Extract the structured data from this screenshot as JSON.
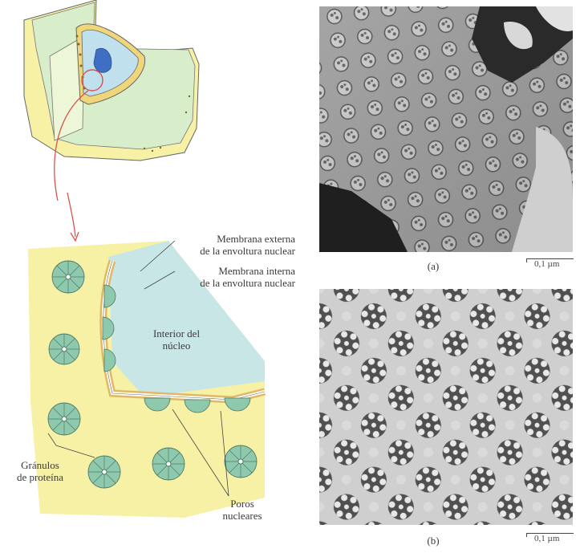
{
  "diagram": {
    "labels": {
      "outer_membrane": [
        "Membrana externa",
        "de la envoltura nuclear"
      ],
      "inner_membrane": [
        "Membrana interna",
        "de la envoltura nuclear"
      ],
      "nucleus_interior": [
        "Interior del",
        "núcleo"
      ],
      "protein_granules": [
        "Gránulos",
        "de proteína"
      ],
      "nuclear_pores": [
        "Poros",
        "nucleares"
      ]
    },
    "colors": {
      "cytoplasm": "#f7f1a6",
      "nucleoplasm": "#c9e6e6",
      "pore": "#8fc9ad",
      "membrane": "#e0b866",
      "arrow": "#d9534f"
    }
  },
  "micrographs": {
    "a": {
      "caption": "(a)",
      "scale": "0,1 µm"
    },
    "b": {
      "caption": "(b)",
      "scale": "0,1 µm"
    }
  }
}
